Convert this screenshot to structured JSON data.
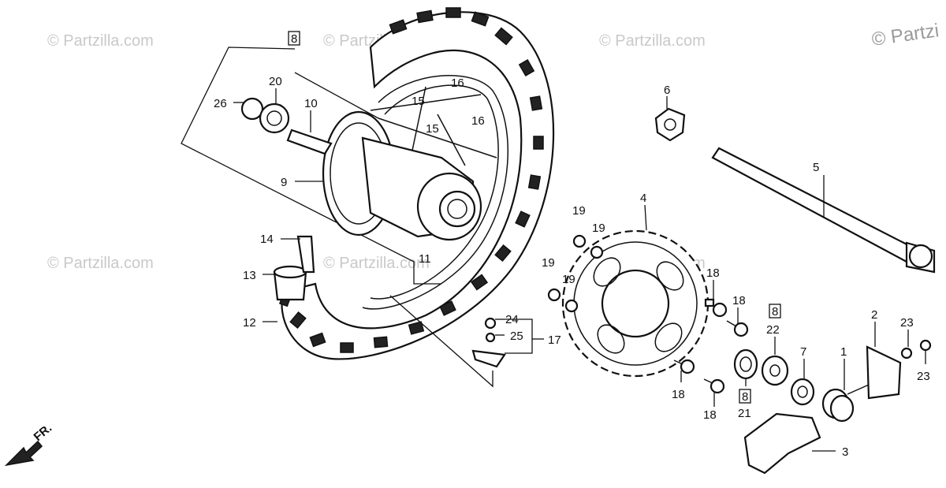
{
  "watermark": {
    "text": "© Partzilla.com",
    "corner_text": "© Partzi"
  },
  "direction_marker": "FR.",
  "callouts": [
    {
      "id": "c26",
      "text": "26"
    },
    {
      "id": "c20",
      "text": "20"
    },
    {
      "id": "c10",
      "text": "10"
    },
    {
      "id": "c9",
      "text": "9"
    },
    {
      "id": "c15a",
      "text": "15"
    },
    {
      "id": "c15b",
      "text": "15"
    },
    {
      "id": "c16a",
      "text": "16"
    },
    {
      "id": "c16b",
      "text": "16"
    },
    {
      "id": "c14",
      "text": "14"
    },
    {
      "id": "c13",
      "text": "13"
    },
    {
      "id": "c12",
      "text": "12"
    },
    {
      "id": "c11",
      "text": "11"
    },
    {
      "id": "c24",
      "text": "24"
    },
    {
      "id": "c25",
      "text": "25"
    },
    {
      "id": "c17",
      "text": "17"
    },
    {
      "id": "c6",
      "text": "6"
    },
    {
      "id": "c5",
      "text": "5"
    },
    {
      "id": "c4",
      "text": "4"
    },
    {
      "id": "c19a",
      "text": "19"
    },
    {
      "id": "c19b",
      "text": "19"
    },
    {
      "id": "c19c",
      "text": "19"
    },
    {
      "id": "c19d",
      "text": "19"
    },
    {
      "id": "c18a",
      "text": "18"
    },
    {
      "id": "c18b",
      "text": "18"
    },
    {
      "id": "c18c",
      "text": "18"
    },
    {
      "id": "c18d",
      "text": "18"
    },
    {
      "id": "c22",
      "text": "22"
    },
    {
      "id": "c21",
      "text": "21"
    },
    {
      "id": "c7",
      "text": "7"
    },
    {
      "id": "c1",
      "text": "1"
    },
    {
      "id": "c2",
      "text": "2"
    },
    {
      "id": "c23a",
      "text": "23"
    },
    {
      "id": "c23b",
      "text": "23"
    },
    {
      "id": "c3",
      "text": "3"
    }
  ],
  "boxed_marks": [
    {
      "id": "b8top",
      "text": "8"
    },
    {
      "id": "b8mid",
      "text": "8"
    },
    {
      "id": "b8low",
      "text": "8"
    }
  ]
}
